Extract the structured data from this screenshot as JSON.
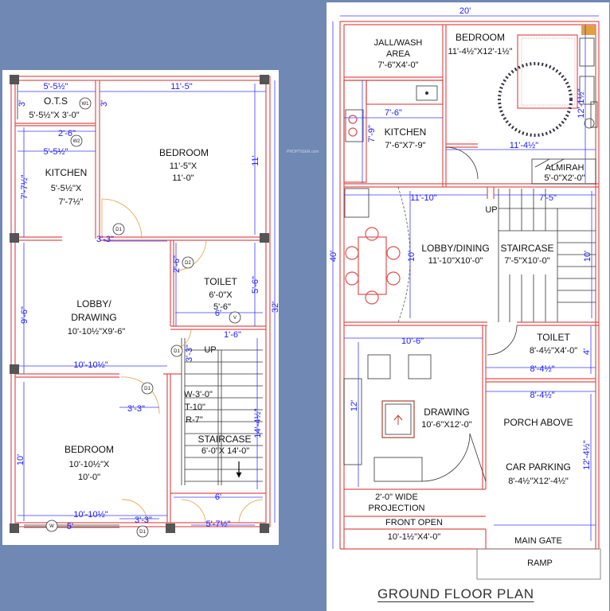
{
  "left_plan": {
    "rooms": {
      "ots": {
        "name": "O.T.S",
        "size": "5'-5½\"X 3'-0\""
      },
      "kitchen": {
        "name": "KITCHEN",
        "size1": "5'-5½\"X",
        "size2": "7'-7½\""
      },
      "bedroom_top": {
        "name": "BEDROOM",
        "size1": "11'-5\"X",
        "size2": "11'-0\""
      },
      "toilet": {
        "name": "TOILET",
        "size1": "6'-0\"X",
        "size2": "5'-6\""
      },
      "lobby": {
        "name1": "LOBBY/",
        "name2": "DRAWING",
        "size": "10'-10½\"X9'-6\""
      },
      "bedroom_bottom": {
        "name": "BEDROOM",
        "size1": "10'-10½\"X",
        "size2": "10'-0\""
      },
      "staircase": {
        "name": "STAIRCASE",
        "size": "6'-0\"X 14'-0\"",
        "w": "W-3'-0\"",
        "t": "T-10\"",
        "r": "R-7\"",
        "up": "UP"
      }
    },
    "tags": [
      "W1",
      "W2",
      "D1",
      "D2",
      "V",
      "W"
    ],
    "dims": {
      "d1": "5'-5½\"",
      "d2": "11'-5\"",
      "d3": "3'",
      "d4": "3'",
      "d5": "2'-6\"",
      "d6": "5'-5½\"",
      "d7": "7'-7½\"",
      "d8": "11'",
      "d9": "3'-3\"",
      "d10": "2'-6\"",
      "d11": "5'-6\"",
      "d12": "6'",
      "d13": "9'-6\"",
      "d14": "32'",
      "d15": "1'-6\"",
      "d16": "10'-10½\"",
      "d17": "3'-3\"",
      "d18": "3'-3\"",
      "d19": "14'-4½\"",
      "d20": "10'",
      "d21": "10'-10½\"",
      "d22": "3'-3\"",
      "d23": "6'",
      "d24": "5'",
      "d25": "5'-7½\""
    }
  },
  "right_plan": {
    "rooms": {
      "jall": {
        "name1": "JALL/WASH",
        "name2": "AREA",
        "size": "7'-6\"X4'-0\""
      },
      "bedroom": {
        "name": "BEDROOM",
        "size": "11'-4½\"X12'-1½\""
      },
      "kitchen": {
        "name": "KITCHEN",
        "size": "7'-6\"X7'-9\""
      },
      "almirah": {
        "name": "ALMIRAH",
        "size": "5'-0\"X2'-0\""
      },
      "lobby": {
        "name": "LOBBY/DINING",
        "size": "11'-10\"X10'-0\""
      },
      "staircase": {
        "name": "STAIRCASE",
        "size": "7'-5\"X10'-0\"",
        "up": "UP"
      },
      "toilet": {
        "name": "TOILET",
        "size": "8'-4½\"X4'-0\""
      },
      "drawing": {
        "name": "DRAWING",
        "size": "10'-6\"X12'-0\""
      },
      "porch": {
        "name": "PORCH ABOVE"
      },
      "parking": {
        "name": "CAR PARKING",
        "size": "8'-4½\"X12'-4½\""
      },
      "projection": {
        "name1": "2'-0\" WIDE",
        "name2": "PROJECTION"
      },
      "front": {
        "name": "FRONT OPEN",
        "size": "10'-1½\"X4'-0\""
      },
      "gate": {
        "name": "MAIN GATE"
      },
      "ramp": {
        "name": "RAMP"
      }
    },
    "dims": {
      "r1": "20'",
      "r2": "7'-6\"",
      "r3": "7'-9\"",
      "r4": "11'-4½\"",
      "r5": "12'-1½\"",
      "r6": "11'-10\"",
      "r7": "7'-5\"",
      "r8": "10'",
      "r9": "10'",
      "r10": "40'",
      "r11": "10'-6\"",
      "r12": "4'",
      "r13": "8'-4½\"",
      "r14": "12'",
      "r15": "8'-4½\"",
      "r16": "12'-4½\""
    },
    "watermark": "PROPTIGER.com"
  },
  "plan_title": "GROUND FLOOR PLAN"
}
